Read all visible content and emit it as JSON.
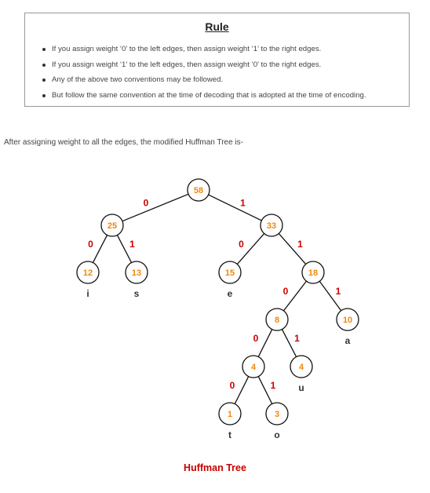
{
  "rule": {
    "title": "Rule",
    "items": [
      "If you assign weight ‘0’ to the left edges, then assign weight ‘1’ to the right edges.",
      "If you assign weight ‘1’ to the left edges, then assign weight ‘0’ to the right edges.",
      "Any of the above two conventions may be followed.",
      "But follow the same convention at the time of decoding that is adopted at the time of encoding."
    ]
  },
  "intro_text": "After assigning weight to all the edges, the modified Huffman Tree is-",
  "caption": "Huffman Tree",
  "colors": {
    "node_value": "#f0890c",
    "edge_weight": "#cc0000",
    "caption": "#cc0000",
    "leaf_char": "#333333"
  },
  "tree": {
    "nodes": [
      {
        "id": "n58",
        "value": "58",
        "char": ""
      },
      {
        "id": "n25",
        "value": "25",
        "char": ""
      },
      {
        "id": "n33",
        "value": "33",
        "char": ""
      },
      {
        "id": "n12",
        "value": "12",
        "char": "i"
      },
      {
        "id": "n13",
        "value": "13",
        "char": "s"
      },
      {
        "id": "n15",
        "value": "15",
        "char": "e"
      },
      {
        "id": "n18",
        "value": "18",
        "char": ""
      },
      {
        "id": "n8",
        "value": "8",
        "char": ""
      },
      {
        "id": "n10",
        "value": "10",
        "char": "a"
      },
      {
        "id": "n4a",
        "value": "4",
        "char": ""
      },
      {
        "id": "n4b",
        "value": "4",
        "char": "u"
      },
      {
        "id": "n1",
        "value": "1",
        "char": "t"
      },
      {
        "id": "n3",
        "value": "3",
        "char": "o"
      }
    ],
    "edges": [
      {
        "from": "n58",
        "to": "n25",
        "weight": "0"
      },
      {
        "from": "n58",
        "to": "n33",
        "weight": "1"
      },
      {
        "from": "n25",
        "to": "n12",
        "weight": "0"
      },
      {
        "from": "n25",
        "to": "n13",
        "weight": "1"
      },
      {
        "from": "n33",
        "to": "n15",
        "weight": "0"
      },
      {
        "from": "n33",
        "to": "n18",
        "weight": "1"
      },
      {
        "from": "n18",
        "to": "n8",
        "weight": "0"
      },
      {
        "from": "n18",
        "to": "n10",
        "weight": "1"
      },
      {
        "from": "n8",
        "to": "n4a",
        "weight": "0"
      },
      {
        "from": "n8",
        "to": "n4b",
        "weight": "1"
      },
      {
        "from": "n4a",
        "to": "n1",
        "weight": "0"
      },
      {
        "from": "n4a",
        "to": "n3",
        "weight": "1"
      }
    ]
  }
}
